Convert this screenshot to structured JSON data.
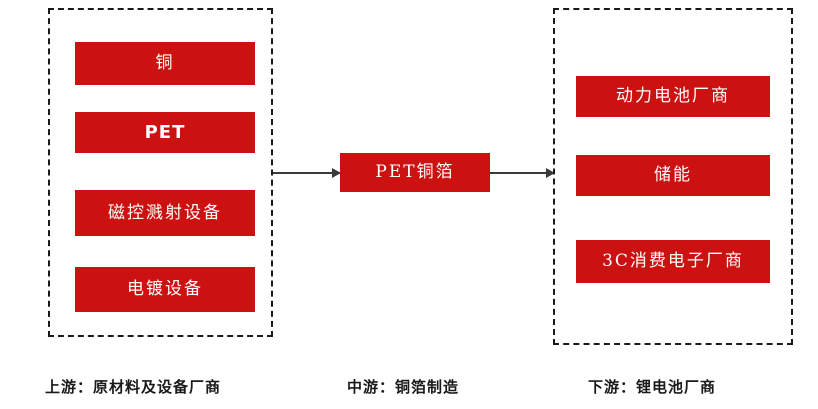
{
  "diagram": {
    "theme": {
      "box_fill": "#cc1111",
      "box_text": "#ffffff",
      "dashed_border": "#1a1a1a",
      "arrow": "#3a3a3a",
      "background": "#ffffff"
    },
    "upstream": {
      "caption": "上游：原材料及设备厂商",
      "items": [
        {
          "label": "铜",
          "style": "serif"
        },
        {
          "label": "PET",
          "style": "sans"
        },
        {
          "label": "磁控溅射设备",
          "style": "serif"
        },
        {
          "label": "电镀设备",
          "style": "serif"
        }
      ]
    },
    "midstream": {
      "caption": "中游：铜箔制造",
      "items": [
        {
          "label": "PET铜箔",
          "style": "serif"
        }
      ]
    },
    "downstream": {
      "caption": "下游：锂电池厂商",
      "items": [
        {
          "label": "动力电池厂商",
          "style": "serif"
        },
        {
          "label": "储能",
          "style": "serif"
        },
        {
          "label": "3C消费电子厂商",
          "style": "serif"
        }
      ]
    },
    "arrows": [
      {
        "name": "upstream-to-midstream",
        "direction": "right"
      },
      {
        "name": "midstream-to-downstream",
        "direction": "right"
      }
    ]
  }
}
